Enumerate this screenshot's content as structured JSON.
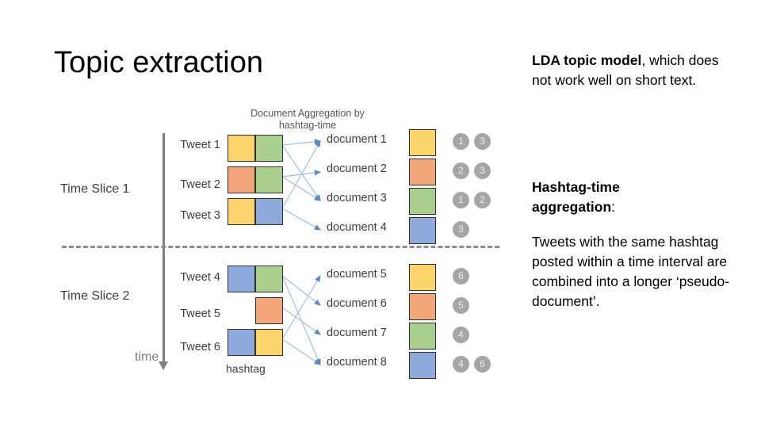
{
  "slide": {
    "title": "Topic extraction",
    "background_color": "#ffffff"
  },
  "right_column": {
    "lda": {
      "strong": "LDA topic model",
      "rest": ", which does not work well on short text."
    },
    "hashtag_heading": {
      "strong": "Hashtag-time aggregation",
      "rest": ":"
    },
    "hashtag_body": "Tweets with the same hashtag posted within a time interval are combined into a longer ‘pseudo-document’."
  },
  "diagram": {
    "aggregation_header_line1": "Document Aggregation by",
    "aggregation_header_line2": "hashtag-time",
    "time_axis_label": "time",
    "hashtag_axis_label": "hashtag",
    "slices": [
      {
        "label": "Time Slice 1"
      },
      {
        "label": "Time Slice 2"
      }
    ],
    "palette": {
      "yellow": "#FBD46B",
      "orange": "#F2A679",
      "green": "#A9CE8E",
      "blue": "#8EA9DB",
      "badge_fill": "#a6a6a6",
      "badge_text": "#ededed",
      "arrow": "#7da7cd",
      "axis": "#808080",
      "divider": "#8c8c8c"
    },
    "tweets": [
      {
        "label": "Tweet 1",
        "left_color": "yellow",
        "right_color": "green"
      },
      {
        "label": "Tweet 2",
        "left_color": "orange",
        "right_color": "green"
      },
      {
        "label": "Tweet 3",
        "left_color": "yellow",
        "right_color": "blue"
      },
      {
        "label": "Tweet 4",
        "left_color": "blue",
        "right_color": "green"
      },
      {
        "label": "Tweet 5",
        "left_color": "",
        "right_color": "orange"
      },
      {
        "label": "Tweet 6",
        "left_color": "blue",
        "right_color": "yellow"
      }
    ],
    "documents": [
      {
        "label": "document 1",
        "color": "yellow",
        "badges": [
          "1",
          "3"
        ]
      },
      {
        "label": "document 2",
        "color": "orange",
        "badges": [
          "2",
          "3"
        ]
      },
      {
        "label": "document 3",
        "color": "green",
        "badges": [
          "1",
          "2"
        ]
      },
      {
        "label": "document 4",
        "color": "blue",
        "badges": [
          "3"
        ]
      },
      {
        "label": "document 5",
        "color": "yellow",
        "badges": [
          "6"
        ]
      },
      {
        "label": "document 6",
        "color": "orange",
        "badges": [
          "5"
        ]
      },
      {
        "label": "document 7",
        "color": "green",
        "badges": [
          "4"
        ]
      },
      {
        "label": "document 8",
        "color": "blue",
        "badges": [
          "4",
          "6"
        ]
      }
    ]
  }
}
